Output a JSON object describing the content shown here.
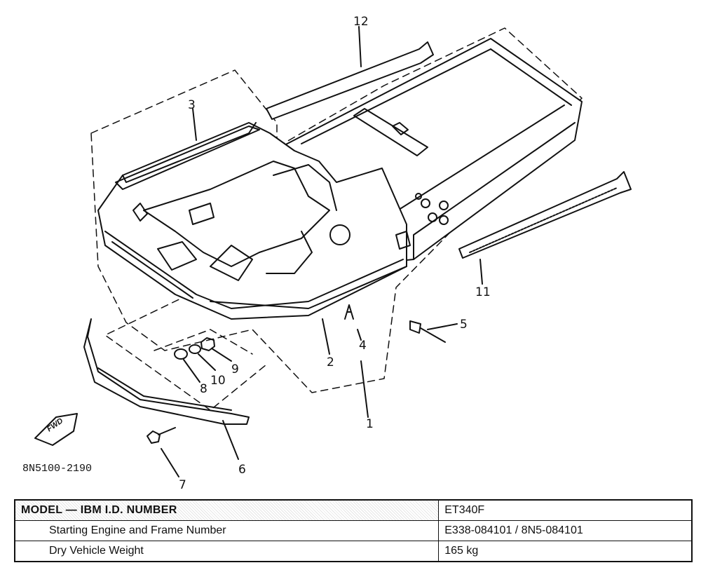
{
  "diagram": {
    "part_numbers": [
      "1",
      "2",
      "3",
      "4",
      "5",
      "6",
      "7",
      "8",
      "9",
      "10",
      "11",
      "12"
    ],
    "drawing_code": "8N5100-2190",
    "fwd_label": "FWD"
  },
  "spec_table": {
    "header_label": "MODEL — IBM I.D. NUMBER",
    "header_value": "ET340F",
    "rows": [
      {
        "label": "Starting Engine and Frame Number",
        "value": "E338-084101 / 8N5-084101"
      },
      {
        "label": "Dry Vehicle Weight",
        "value": "165 kg"
      }
    ]
  }
}
